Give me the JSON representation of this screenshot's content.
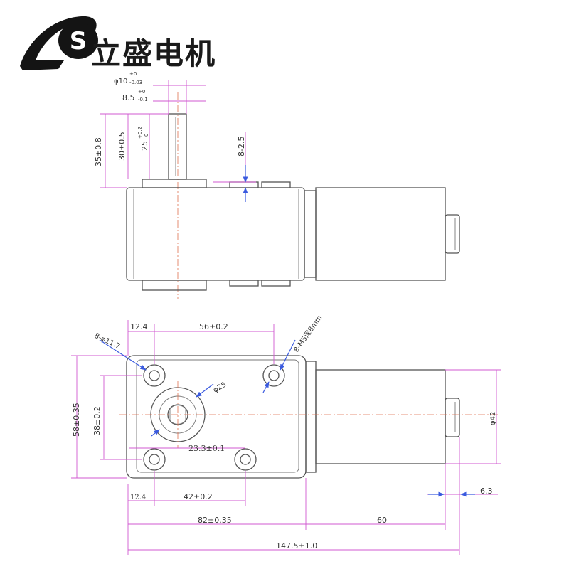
{
  "brand": {
    "logo_letter": "S",
    "name": "立盛电机"
  },
  "side_view": {
    "shaft_diameter": "φ10",
    "shaft_diameter_tol_upper": "+0",
    "shaft_diameter_tol_lower": "-0.03",
    "flat_width": "8.5",
    "flat_width_tol_upper": "+0",
    "flat_width_tol_lower": "-0.1",
    "length_35": "35±0.8",
    "length_30": "30±0.5",
    "length_25": "25",
    "length_25_tol_upper": "+0.2",
    "length_25_tol_lower": "0",
    "boss_height": "8-2.5"
  },
  "front_view": {
    "hole_pitch_top": "56±0.2",
    "edge_offset_top": "12.4",
    "mount_holes": "8-φ11.7",
    "thread_holes": "8-M5深8mm",
    "boss_diameter": "φ25",
    "shaft_offset": "23.3±0.1",
    "height_outer": "58±0.35",
    "height_inner": "38±0.2",
    "motor_diameter": "φ42",
    "edge_offset_bottom": "12.4",
    "hole_pitch_bottom": "42±0.2",
    "endcap_protrusion": "6.3",
    "gearbox_length": "82±0.35",
    "motor_length": "60",
    "total_length": "147.5±1.0"
  }
}
